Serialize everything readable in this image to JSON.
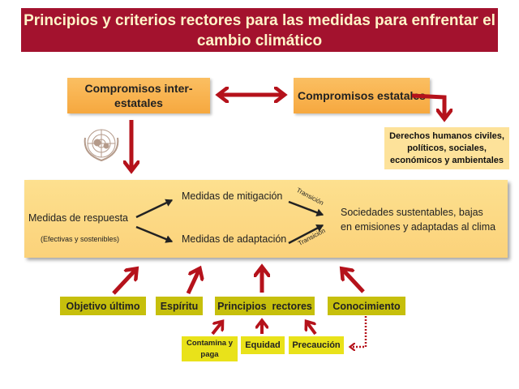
{
  "title": "Principios y criterios rectores para las medidas para enfrentar el cambio climático",
  "top": {
    "inter": "Compromisos inter-estatales",
    "estatales": "Compromisos estatales",
    "derechos": "Derechos humanos civiles, políticos, sociales, económicos y ambientales"
  },
  "center": {
    "respuesta": "Medidas de respuesta",
    "respuesta_sub": "(Efectivas y sostenibles)",
    "mitigacion": "Medidas de mitigación",
    "adaptacion": "Medidas de adaptación",
    "transicion1": "Transición",
    "transicion2": "Transición",
    "sociedades_1": "Sociedades sustentables, bajas",
    "sociedades_2": "en emisiones y adaptadas al clima"
  },
  "bottom": {
    "objetivo": "Objetivo último",
    "espiritu": "Espíritu",
    "principios": "Principios  rectores",
    "conocimiento": "Conocimiento",
    "contamina": "Contamina y paga",
    "equidad": "Equidad",
    "precaucion": "Precaución"
  },
  "colors": {
    "arrow": "#b5121b",
    "title_bg": "#a3122e"
  }
}
